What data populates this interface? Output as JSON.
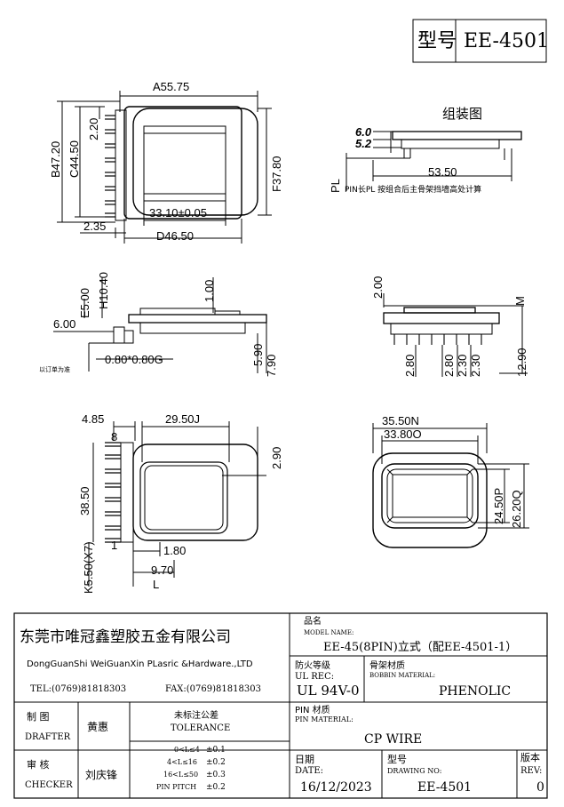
{
  "header": {
    "model_label": "型号",
    "model_value": "EE-4501"
  },
  "assembly": {
    "title": "组装图",
    "dim_6_0": "6.0",
    "dim_5_2": "5.2",
    "dim_53_50": "53.50",
    "pl_label": "PL",
    "pl_note": "PIN长PL 按组合后主骨架挡墙高处计算"
  },
  "top_view": {
    "A": "A55.75",
    "B": "B47.20",
    "C": "C44.50",
    "dim_2_20": "2.20",
    "F": "F37.80",
    "dim_33_10": "33.10±0.05",
    "D": "D46.50",
    "dim_2_35": "2.35"
  },
  "side_view": {
    "H": "H10.40",
    "E": "E5.00",
    "dim_1_00": "1.00",
    "dim_6_00": "6.00",
    "dim_5_90": "5.90",
    "dim_7_90": "7.90",
    "G": "0.80*0.80G",
    "note": "以订单为准"
  },
  "front_view": {
    "dim_2_00": "2.00",
    "M": "M",
    "dim_2_80a": "2.80",
    "dim_2_80b": "2.80",
    "dim_2_30a": "2.30",
    "dim_2_30b": "2.30",
    "dim_12_90": "12.90"
  },
  "bottom_view": {
    "dim_4_85": "4.85",
    "J": "29.50J",
    "pin_8": "8",
    "pin_1": "1",
    "dim_38_50": "38.50",
    "dim_2_90": "2.90",
    "dim_1_80": "1.80",
    "K": "K5.50(X7)",
    "dim_9_70": "9.70",
    "L": "L"
  },
  "end_view": {
    "N": "35.50N",
    "O": "33.80O",
    "P": "24.50P",
    "Q": "26.20Q"
  },
  "title_block": {
    "company": "东莞市唯冠鑫塑胶五金有限公司",
    "company_en": "DongGuanShi WeiGuanXin PLasric &Hardware.,LTD",
    "tel": "TEL:(0769)81818303",
    "fax": "FAX:(0769)81818303",
    "product_name_cn": "品名",
    "model_name_label": "MODEL NAME:",
    "model_name_value": "EE-45(8PIN)立式（配EE-4501-1）",
    "fire_rating_cn": "防火等级",
    "ul_rec_label": "UL REC:",
    "ul_rec_value": "UL 94V-0",
    "bobbin_material_cn": "骨架材质",
    "bobbin_material_label": "BOBBIN MATERIAL:",
    "bobbin_material_value": "PHENOLIC",
    "drafter_cn": "制  图",
    "drafter_en": "DRAFTER",
    "drafter_name": "黄惠",
    "checker_cn": "审  核",
    "checker_en": "CHECKER",
    "checker_name": "刘庆锋",
    "tolerance_cn": "未标注公差",
    "tolerance_en": "TOLERANCE",
    "tol_rows": [
      {
        "range": "0<L≤4",
        "value": "±0.1"
      },
      {
        "range": "4<L≤16",
        "value": "±0.2"
      },
      {
        "range": "16<L≤50",
        "value": "±0.3"
      },
      {
        "range": "PIN PITCH",
        "value": "±0.2"
      }
    ],
    "pin_material_cn": "PIN 材质",
    "pin_material_label": "PIN MATERIAL:",
    "pin_material_value": "CP WIRE",
    "date_cn": "日期",
    "date_label": "DATE:",
    "date_value": "16/12/2023",
    "drawing_no_cn": "型号",
    "drawing_no_label": "DRAWING NO:",
    "drawing_no_value": "EE-4501",
    "rev_cn": "版本",
    "rev_label": "REV:",
    "rev_value": "0"
  }
}
